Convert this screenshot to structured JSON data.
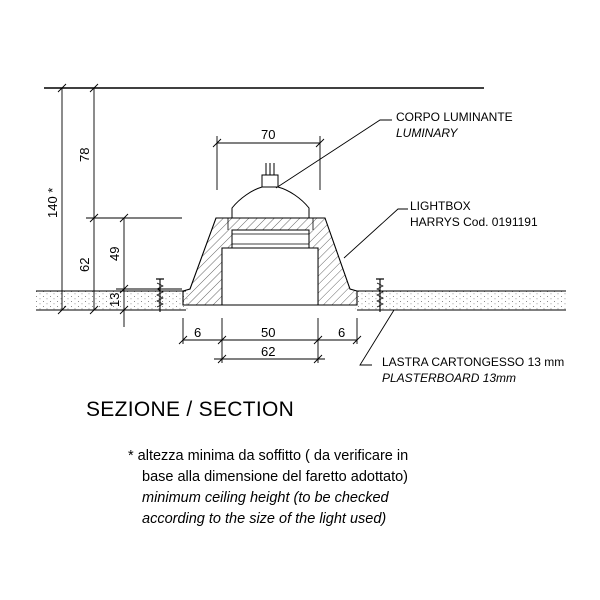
{
  "drawing": {
    "labels": {
      "luminary_it": "CORPO LUMINANTE",
      "luminary_en": "LUMINARY",
      "lightbox_1": "LIGHTBOX",
      "lightbox_2": "HARRYS Cod. 0191191",
      "plasterboard_it": "LASTRA CARTONGESSO 13 mm",
      "plasterboard_en": "PLASTERBOARD 13mm"
    },
    "dimensions": {
      "total_height": "140 *",
      "upper_gap": "78",
      "box_height": "62",
      "inner_height": "49",
      "board_thickness": "13",
      "lamp_width": "70",
      "side_left": "6",
      "opening": "50",
      "side_right": "6",
      "cut_out": "62"
    }
  },
  "section_title": "SEZIONE / SECTION",
  "note": {
    "line1": "* altezza minima da soffitto ( da verificare in",
    "line2": "base alla dimensione del faretto adottato)",
    "line3": "minimum ceiling height (to be checked",
    "line4": "according to the size of the light used)"
  }
}
